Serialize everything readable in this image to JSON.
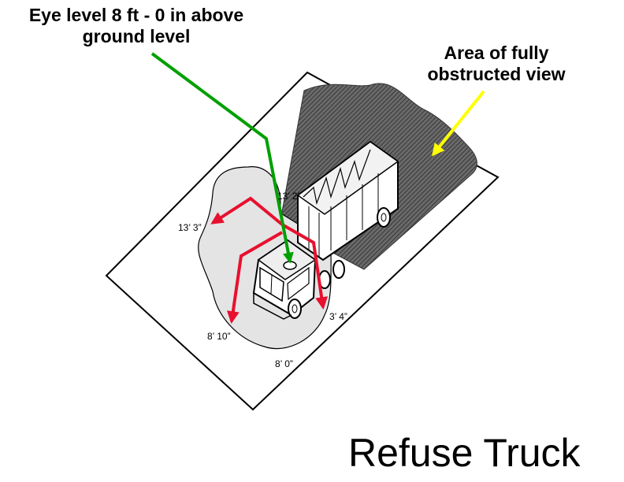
{
  "callouts": {
    "eye_level_line1": "Eye level 8 ft - 0 in above",
    "eye_level_line2": "ground level",
    "obstructed_line1": "Area of fully",
    "obstructed_line2": "obstructed view"
  },
  "dimensions": {
    "front_upper": "13’ 2”",
    "left_upper": "13’ 3”",
    "right_lower": "3’ 4”",
    "left_lower": "8’ 10”",
    "front_lower": "8’ 0”"
  },
  "title": "Refuse Truck",
  "colors": {
    "eye_arrow": "#00a000",
    "obstructed_arrow": "#ffff00",
    "sightline_arrows": "#e8102f",
    "hatch_area": "#555555",
    "front_zone": "#e6e6e6"
  }
}
